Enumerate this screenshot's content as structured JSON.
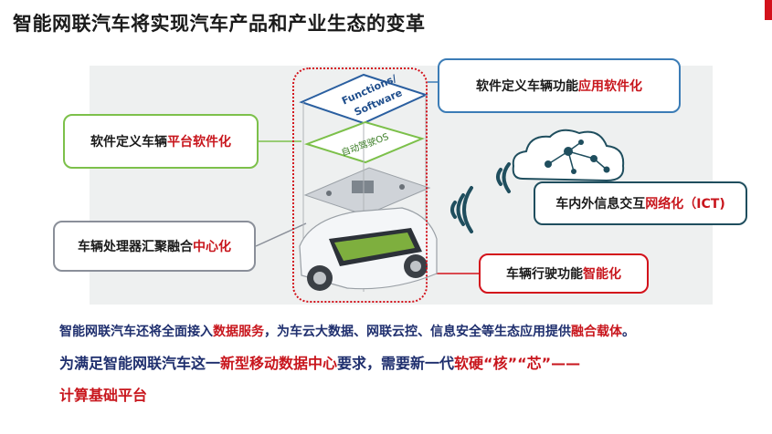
{
  "title": "智能网联汽车将实现汽车产品和产业生态的变革",
  "layers": {
    "functions": "Functions/",
    "software": "Software",
    "os": "自动驾驶OS"
  },
  "callouts": {
    "app": {
      "prefix": "软件定义车辆功能",
      "highlight": "应用软件化"
    },
    "platform": {
      "prefix": "软件定义车辆",
      "highlight": "平台软件化"
    },
    "cpu": {
      "prefix": "车辆处理器汇聚融合",
      "highlight": "中心化"
    },
    "ict": {
      "prefix": "车内外信息交互",
      "highlight": "网络化（ICT)"
    },
    "drive": {
      "prefix": "车辆行驶功能",
      "highlight": "智能化"
    }
  },
  "bottom": {
    "line1_a": "智能网联汽车还将全面接入",
    "line1_b": "数据服务",
    "line1_c": "，为车云大数据、网联云控、信息安全等生态应用提供",
    "line1_d": "融合载体",
    "line1_e": "。",
    "line2_a": "为满足智能网联汽车这一",
    "line2_b": "新型移动数据中心",
    "line2_c": "要求，需要新一代",
    "line2_d": "软硬“核”“芯”——",
    "line3": "计算基础平台"
  },
  "colors": {
    "accent_red": "#c8161d",
    "navy": "#1f2f6e",
    "blue_border": "#3b7cb6",
    "green_border": "#7cc04a",
    "gray_border": "#8a8f99",
    "teal_border": "#1f4e5e"
  }
}
